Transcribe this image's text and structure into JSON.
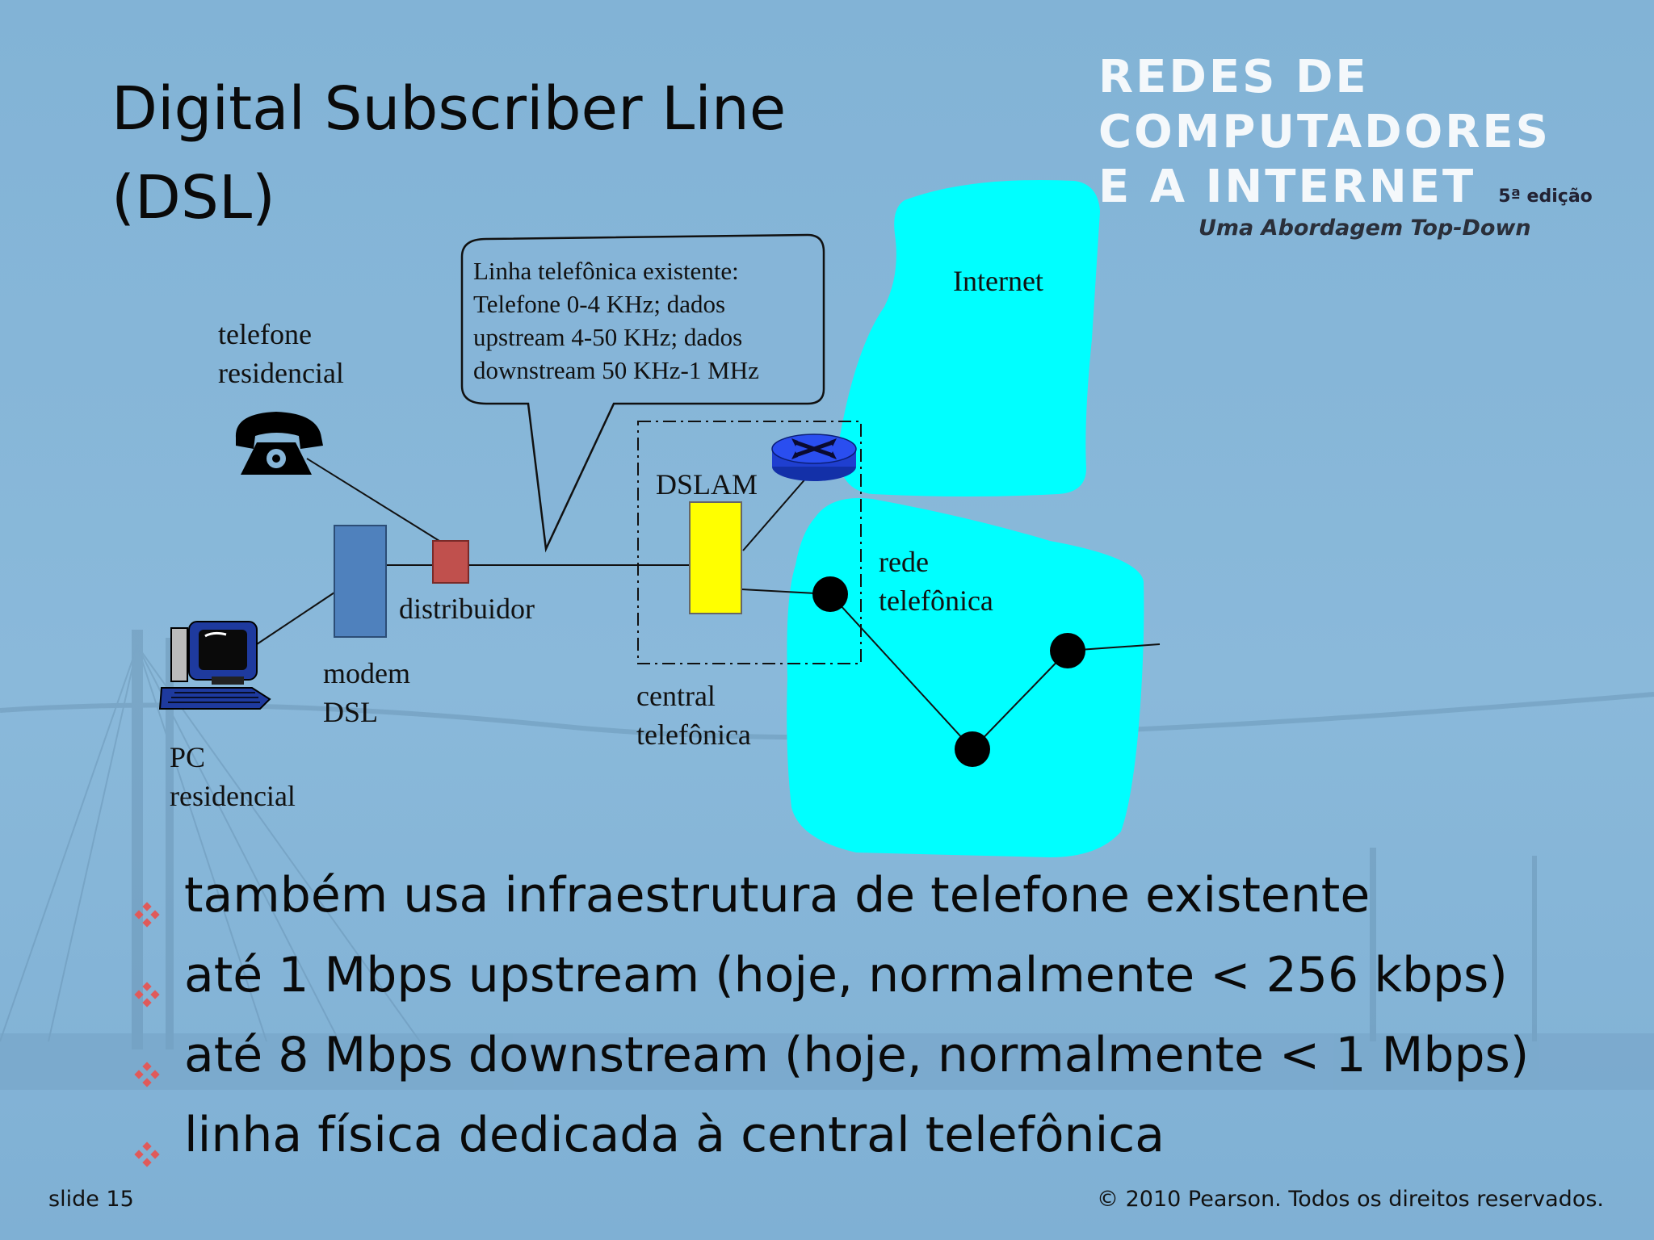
{
  "slide": {
    "title_line1": "Digital Subscriber Line",
    "title_line2": "(DSL)",
    "logo": {
      "line1": "REDES DE",
      "line2": "COMPUTADORES",
      "line3": "E A INTERNET",
      "edition": "5ª edição",
      "subtitle": "Uma Abordagem Top-Down"
    },
    "diagram": {
      "callout": [
        "Linha telefônica existente:",
        "Telefone 0-4 KHz; dados",
        "upstream 4-50 KHz; dados",
        "downstream 50 KHz-1 MHz"
      ],
      "internet": "Internet",
      "telefone": [
        "telefone",
        "residencial"
      ],
      "distribuidor": "distribuidor",
      "modem": [
        "modem",
        "DSL"
      ],
      "pc": [
        "PC",
        "residencial"
      ],
      "dslam": "DSLAM",
      "central": [
        "central",
        "telefônica"
      ],
      "rede": [
        "rede",
        "telefônica"
      ]
    },
    "bullets": [
      "também usa infraestrutura de telefone existente",
      "até 1 Mbps upstream (hoje, normalmente < 256 kbps)",
      "até 8 Mbps downstream (hoje, normalmente < 1 Mbps)",
      "linha física dedicada à central telefônica"
    ],
    "footer": {
      "slide_number": "slide 15",
      "copyright": "© 2010 Pearson. Todos os direitos reservados."
    },
    "colors": {
      "background": "#86b5d8",
      "cloud": "#00ffff",
      "modem": "#4f81bd",
      "splitter": "#c0504d",
      "dslam": "#ffff00",
      "router": "#1f3fd0",
      "bullet": "#e05a5a"
    }
  }
}
